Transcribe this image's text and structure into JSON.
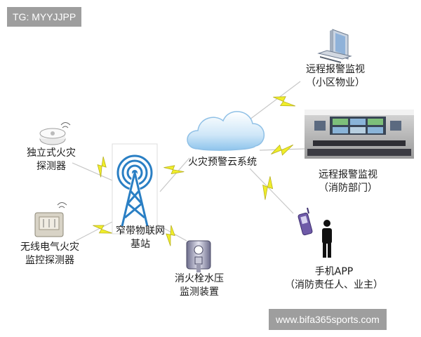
{
  "watermark_top": "TG: MYYJJPP",
  "watermark_bottom": "www.bifa365sports.com",
  "nodes": {
    "standalone_detector": {
      "line1": "独立式火灾",
      "line2": "探测器"
    },
    "wireless_detector": {
      "line1": "无线电气火灾",
      "line2": "监控探测器"
    },
    "base_station": {
      "line1": "窄带物联网",
      "line2": "基站"
    },
    "hydrant_monitor": {
      "line1": "消火栓水压",
      "line2": "监测装置"
    },
    "cloud_system": {
      "label": "火灾预警云系统"
    },
    "remote_property": {
      "line1": "远程报警监视",
      "line2": "（小区物业）"
    },
    "remote_fire_dept": {
      "line1": "远程报警监视",
      "line2": "（消防部门）"
    },
    "mobile_app": {
      "line1": "手机APP",
      "line2": "（消防责任人、业主）"
    }
  },
  "colors": {
    "bolt_fill": "#f0ee2a",
    "bolt_stroke": "#b8b020",
    "tower_blue": "#2a7fc4",
    "cloud_blue": "#9fd0f2",
    "badge_bg": "#969696"
  }
}
